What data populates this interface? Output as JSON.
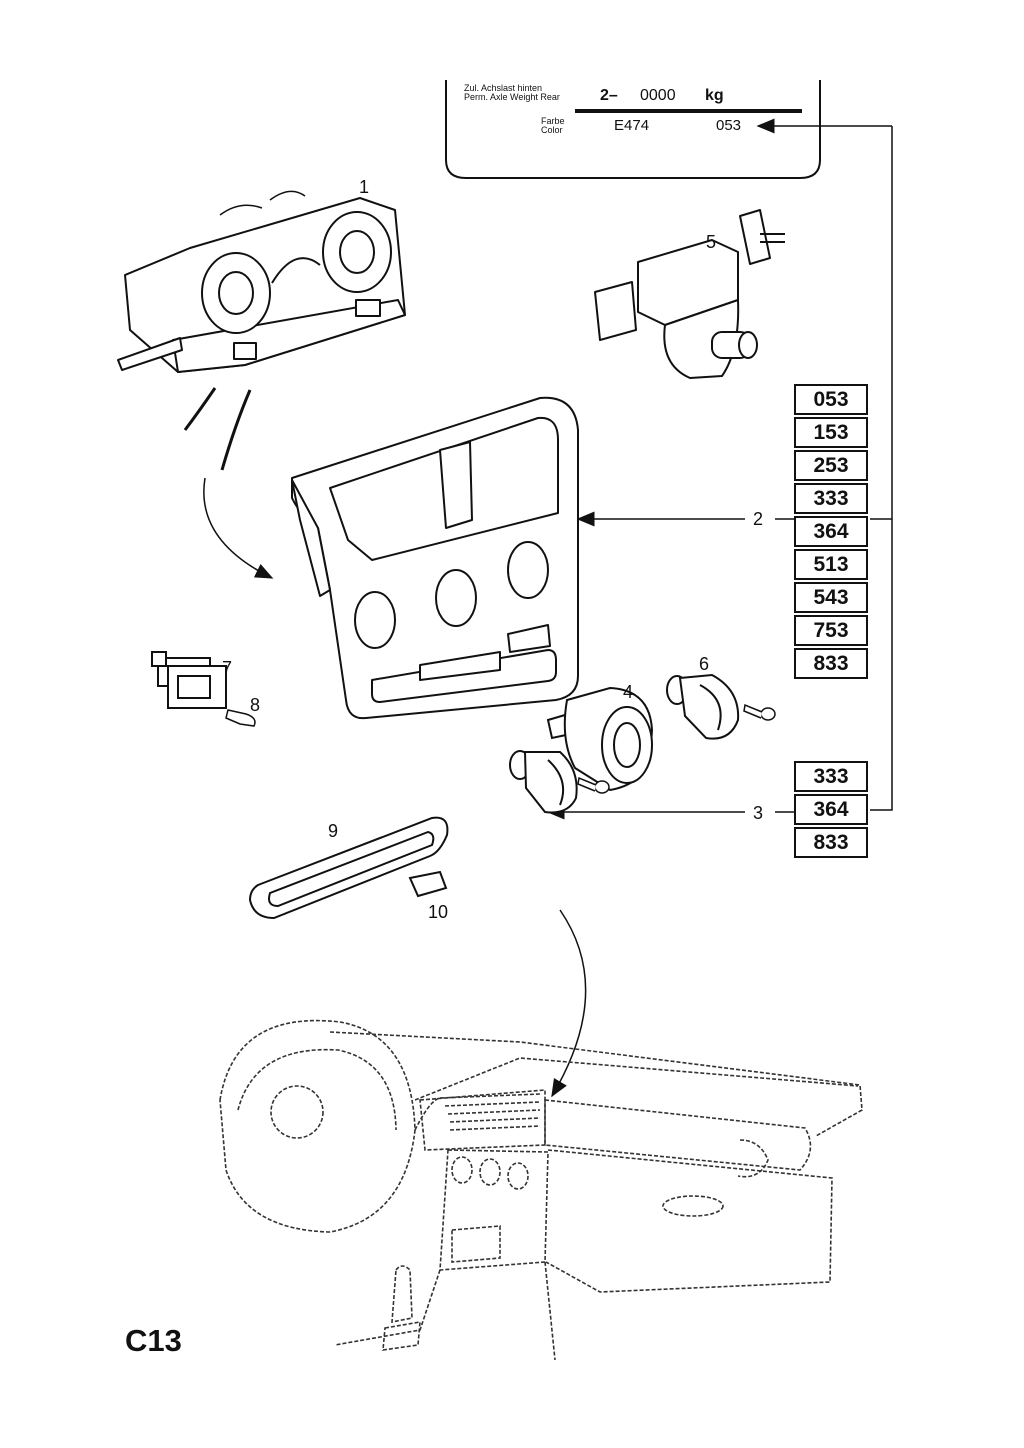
{
  "page_code": "C13",
  "label_plate": {
    "axle_label_de": "Zul. Achslast hinten",
    "axle_label_en": "Perm. Axle Weight Rear",
    "axle_prefix": "2–",
    "axle_value": "0000",
    "axle_unit": "kg",
    "color_label_de": "Farbe",
    "color_label_en": "Color",
    "color_code": "E474",
    "color_variant": "053"
  },
  "callouts": [
    "1",
    "2",
    "3",
    "4",
    "5",
    "6",
    "7",
    "8",
    "9",
    "10"
  ],
  "color_codes_part2": [
    "053",
    "153",
    "253",
    "333",
    "364",
    "513",
    "543",
    "753",
    "833"
  ],
  "color_codes_part3": [
    "333",
    "364",
    "833"
  ]
}
